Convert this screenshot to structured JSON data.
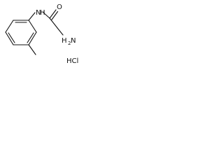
{
  "structure": {
    "atoms": {
      "nh": "N",
      "nh_h": "H",
      "o": "O",
      "nh2": "H",
      "nh2_n": "N",
      "nh2_sub": "2"
    },
    "salt": "HCl"
  },
  "colors": {
    "ink": "#111111",
    "background": "#ffffff"
  }
}
